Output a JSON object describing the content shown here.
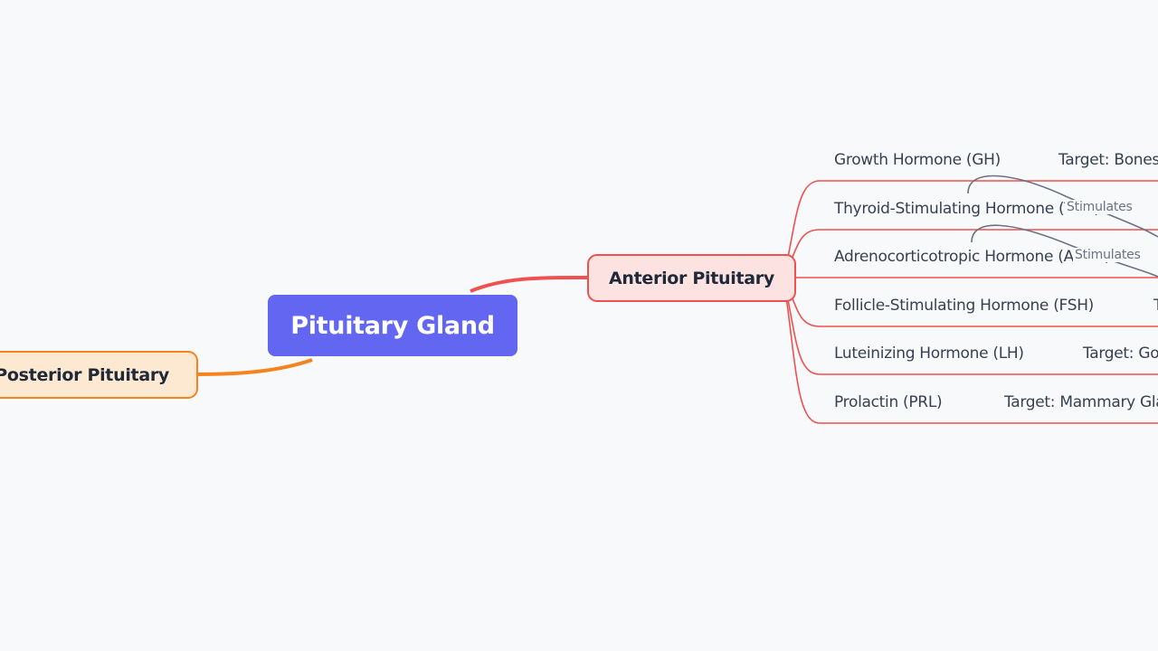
{
  "root": {
    "label": "Pituitary Gland"
  },
  "anterior": {
    "label": "Anterior Pituitary",
    "hormones": [
      {
        "name": "Growth Hormone (GH)",
        "target": "Target: Bones"
      },
      {
        "name": "Thyroid-Stimulating Hormone (TSH)",
        "target": ""
      },
      {
        "name": "Adrenocorticotropic Hormone (ACTH)",
        "target": ""
      },
      {
        "name": "Follicle-Stimulating Hormone (FSH)",
        "target": "T"
      },
      {
        "name": "Luteinizing Hormone (LH)",
        "target": "Target: Go"
      },
      {
        "name": "Prolactin (PRL)",
        "target": "Target: Mammary Gla"
      }
    ],
    "connector_labels": [
      "Stimulates",
      "Stimulates"
    ]
  },
  "posterior": {
    "label": "Posterior Pituitary"
  },
  "colors": {
    "root": "#6366f1",
    "anterior_branch": "#ef5050",
    "posterior_branch": "#f5841f",
    "connector": "#6b7280"
  }
}
